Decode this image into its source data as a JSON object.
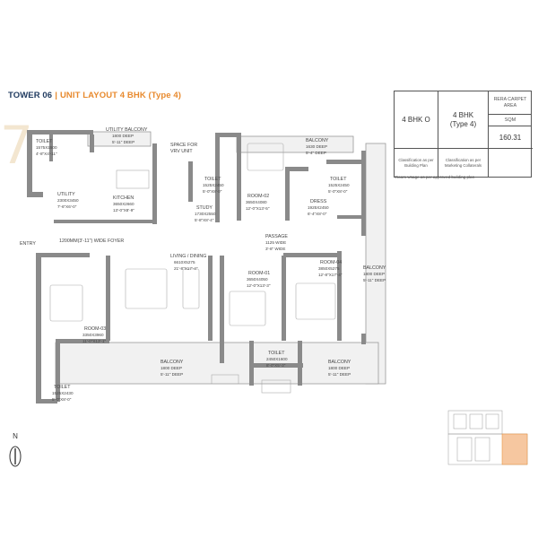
{
  "header": {
    "tower": "TOWER 06",
    "separator": "|",
    "unit_layout": "UNIT LAYOUT 4 BHK (Type 4)"
  },
  "table": {
    "plan_type": "4 BHK O",
    "marketing_type_line1": "4 BHK",
    "marketing_type_line2": "(Type 4)",
    "rera_line1": "RERA CARPET",
    "rera_line2": "AREA",
    "unit": "SQM",
    "area": "160.31",
    "classification_plan_line1": "Classification as per",
    "classification_plan_line2": "Building Plan",
    "classification_marketing_line1": "Classification as per",
    "classification_marketing_line2": "Marketing Collaterals"
  },
  "note": "*Room Usage as per approved building plan",
  "plan": {
    "entry": "ENTRY",
    "foyer": "1200MM(3'-11\") WIDE FOYER",
    "rooms": {
      "toilet_a": [
        "TOILET",
        "1575X1500",
        "4'-8\"X4'-11\""
      ],
      "utility_balcony": [
        "UTILITY BALCONY",
        "1800 DEEP",
        "5'-11\" DEEP"
      ],
      "vrv": [
        "SPACE FOR",
        "VRV UNIT"
      ],
      "utility": [
        "UTILITY",
        "2300X3450",
        "7'-6\"X6'-0\""
      ],
      "kitchen": [
        "KITCHEN",
        "3650X2660",
        "13'-0\"X8'-9\""
      ],
      "toilet_b": [
        "TOILET",
        "1525X2450",
        "5'-0\"X8'-0\""
      ],
      "study": [
        "STUDY",
        "1730X2550",
        "5'-8\"X8'-4\""
      ],
      "balcony_top": [
        "BALCONY",
        "1630 DEEP",
        "5'-4\" DEEP"
      ],
      "room02": [
        "ROOM-02",
        "3650X4080",
        "12'-0\"X13'-5\""
      ],
      "toilet_c": [
        "TOILET",
        "1525X2450",
        "5'-0\"X8'-0\""
      ],
      "dress": [
        "DRESS",
        "1925X2450",
        "6'-4\"X8'-0\""
      ],
      "passage": [
        "PASSAGE",
        "1125 WIDE",
        "3'-8\" WIDE"
      ],
      "living": [
        "LIVING / DINING",
        "6610X5275",
        "21'-8\"X17'-4\""
      ],
      "room01": [
        "ROOM-01",
        "3650X4050",
        "12'-0\"X13'-3\""
      ],
      "room04": [
        "ROOM-04",
        "3850X5275",
        "12'-8\"X17'-4\""
      ],
      "balcony_right": [
        "BALCONY",
        "1800 DEEP",
        "5'-11\" DEEP"
      ],
      "room03": [
        "ROOM-03",
        "3350X3960",
        "11'-0\"X13'-1\""
      ],
      "toilet_d": [
        "TOILET",
        "1525X2430",
        "5'-0\"X8'-0\""
      ],
      "balcony_bottom_left": [
        "BALCONY",
        "1800 DEEP",
        "5'-11\" DEEP"
      ],
      "toilet_e": [
        "TOILET",
        "2450X1600",
        "8'-0\"X5'-3\""
      ],
      "balcony_bottom_right": [
        "BALCONY",
        "1800 DEEP",
        "5'-11\" DEEP"
      ]
    }
  },
  "north": "N",
  "colors": {
    "brand_orange": "#e88a2e",
    "brand_navy": "#1f3a5f",
    "wall": "#8a8a8a",
    "balcony_fill": "#f1f1f1",
    "highlight": "#f6c7a0"
  }
}
